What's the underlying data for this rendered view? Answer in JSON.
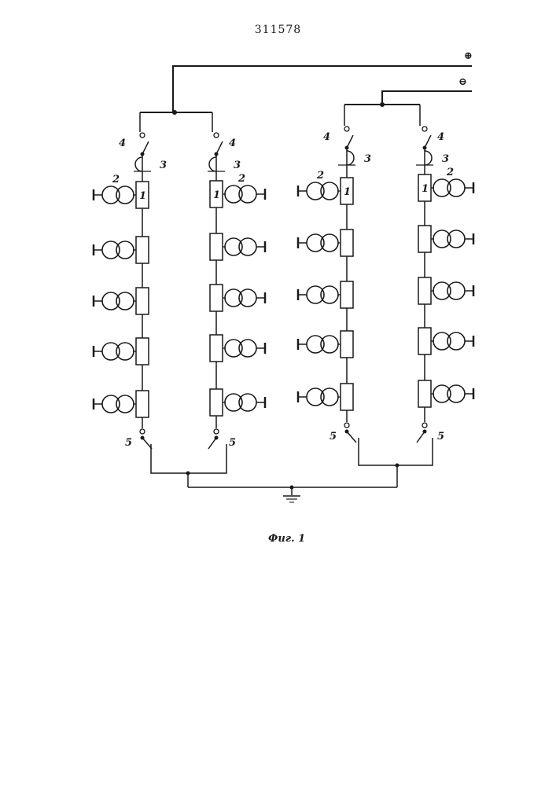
{
  "document": {
    "number": "311578"
  },
  "terminals": {
    "positive_symbol": "⊕",
    "negative_symbol": "⊖"
  },
  "labels": {
    "anode_number": "1",
    "transformer": "2",
    "current_relay": "3",
    "switch_top": "4",
    "switch_bottom": "5"
  },
  "caption": "Фиг. 1",
  "diagram": {
    "chains": 4,
    "elements_per_chain": 5,
    "colors": {
      "ink": "#1a1a1a",
      "paper": "#ffffff"
    }
  }
}
